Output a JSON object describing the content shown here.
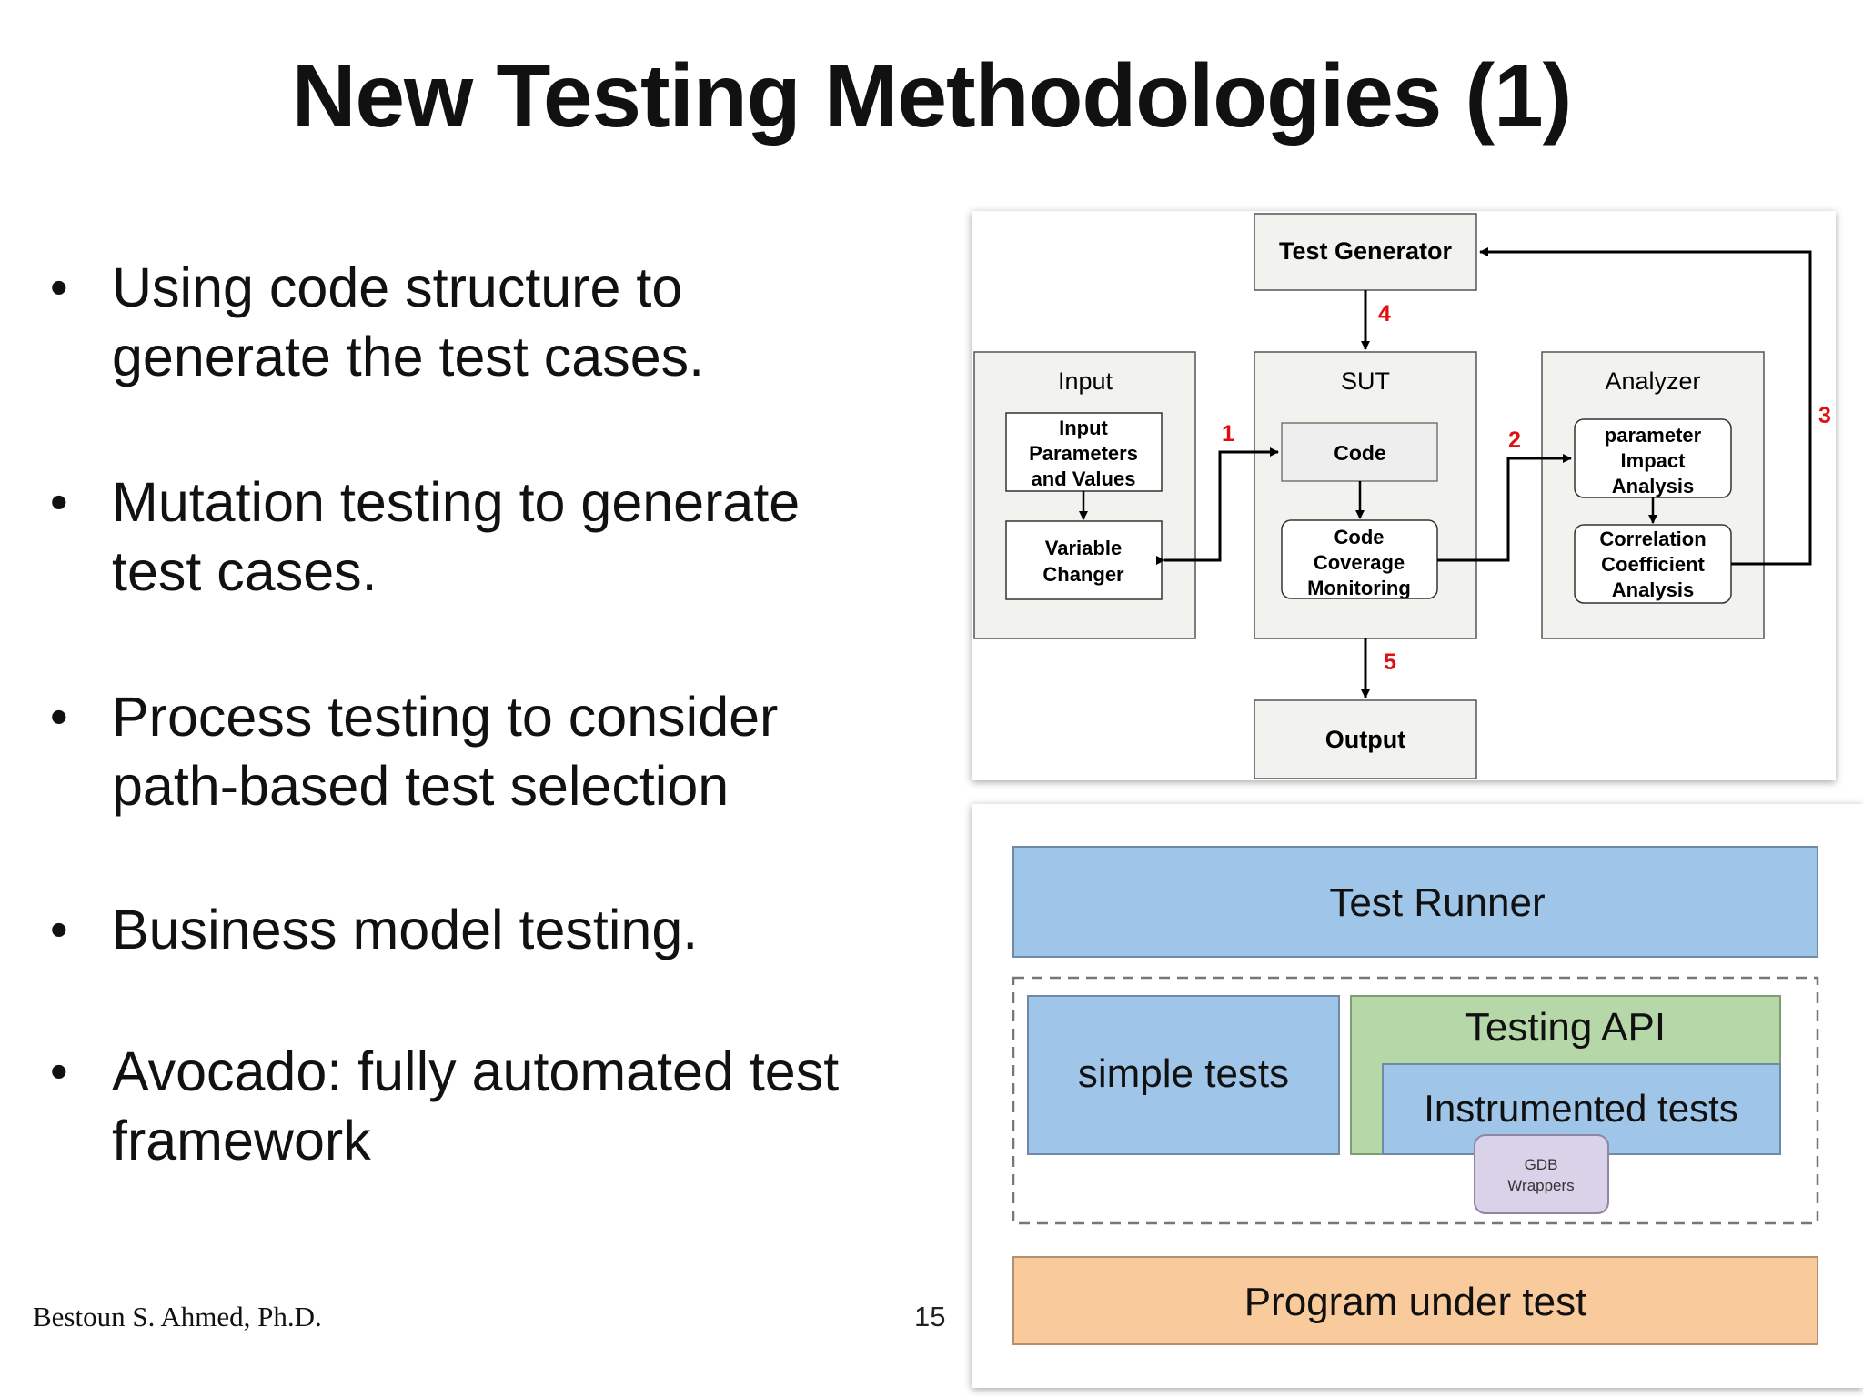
{
  "slide": {
    "title": "New Testing Methodologies (1)",
    "bullets": [
      "Using code structure to\ngenerate the test cases.",
      "Mutation testing to generate\ntest cases.",
      "Process testing to consider\npath-based test selection",
      "Business model testing.",
      "Avocado: fully automated test\nframework"
    ],
    "footer_author": "Bestoun S. Ahmed, Ph.D.",
    "page_number": "15"
  },
  "diagram1": {
    "test_generator": "Test Generator",
    "input_group": "Input",
    "input_params": [
      "Input",
      "Parameters",
      "and Values"
    ],
    "variable_changer": [
      "Variable",
      "Changer"
    ],
    "sut_group": "SUT",
    "code": "Code",
    "coverage": [
      "Code",
      "Coverage",
      "Monitoring"
    ],
    "analyzer_group": "Analyzer",
    "param_impact": [
      "parameter",
      "Impact",
      "Analysis"
    ],
    "correlation": [
      "Correlation",
      "Coefficient",
      "Analysis"
    ],
    "output": "Output",
    "step1": "1",
    "step2": "2",
    "step3": "3",
    "step4": "4",
    "step5": "5",
    "colors": {
      "group_fill": "#f2f3ee",
      "step_label": "#e01010"
    }
  },
  "diagram2": {
    "test_runner": "Test Runner",
    "simple_tests": "simple tests",
    "testing_api": "Testing API",
    "instrumented_tests": "Instrumented tests",
    "gdb_wrappers": [
      "GDB",
      "Wrappers"
    ],
    "program_under_test": "Program under test",
    "colors": {
      "blue": "#9fc5e8",
      "green": "#b6d7a8",
      "purple": "#d9d2e9",
      "orange": "#f9cb9c"
    }
  }
}
